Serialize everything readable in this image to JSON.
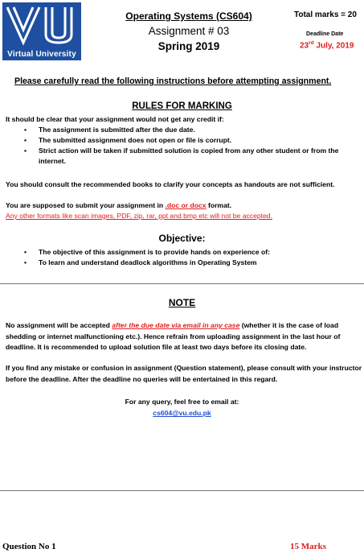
{
  "header": {
    "logo_text": "Virtual University",
    "course": "Operating Systems (CS604)",
    "assignment": "Assignment # 03",
    "semester": "Spring 2019",
    "total_marks": "Total marks = 20",
    "deadline_label": "Deadline Date",
    "deadline_day": "23",
    "deadline_sup": "rd",
    "deadline_rest": " July, 2019"
  },
  "instructions_title": "Please carefully read the following instructions before attempting assignment.",
  "rules": {
    "title": "RULES FOR MARKING",
    "intro": "It should be clear that your assignment would not get any credit if:",
    "items": [
      "The assignment is submitted after the due date.",
      "The submitted assignment does not open or file is corrupt.",
      "Strict action will be taken if submitted solution is copied from any other student or from the internet."
    ],
    "consult": "You should consult the recommended books to clarify your concepts as handouts are not sufficient.",
    "format_prefix": "You are supposed to submit your assignment in ",
    "format_value": ".doc or docx",
    "format_suffix": " format.",
    "format_warning": "Any other formats like scan images, PDF, zip, rar, ppt and bmp etc will not be accepted."
  },
  "objective": {
    "title": "Objective:",
    "items": [
      "The objective of this assignment is to provide hands on experience of:",
      "To learn and understand deadlock algorithms in Operating System"
    ]
  },
  "note": {
    "title": "NOTE",
    "p1_prefix": "No assignment will be accepted ",
    "p1_emph": "after the due date via email in any case",
    "p1_suffix": " (whether it is the case of load shedding or internet malfunctioning etc.). Hence refrain from uploading assignment in the last hour of deadline. It is recommended to upload solution file at least two days before its closing date.",
    "p2": "If you find any mistake or confusion in assignment (Question statement), please consult with your instructor before the deadline. After the deadline no queries will be entertained in this regard.",
    "query": "For any query, feel free to email at:",
    "email": "cs604@vu.edu.pk"
  },
  "question": {
    "label": "Question No 1",
    "marks": "15 Marks"
  }
}
